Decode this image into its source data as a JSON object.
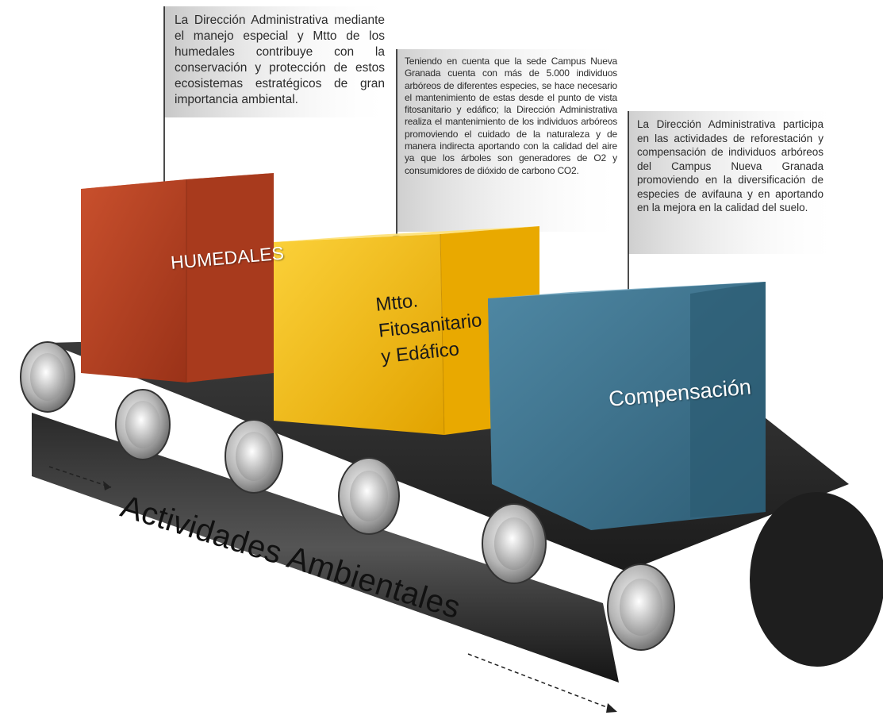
{
  "belt_title": "Actividades Ambientales",
  "boxes": [
    {
      "label": "HUMEDALES",
      "color": "#b8452a"
    },
    {
      "label_lines": [
        "Mtto.",
        "Fitosanitario",
        "y Edáfico"
      ],
      "color": "#f0b400"
    },
    {
      "label": "Compensación",
      "color": "#3a6d86"
    }
  ],
  "callouts": {
    "humedales": "La Dirección Administrativa mediante el manejo especial y Mtto de los humedales contribuye con la conservación y protección de estos ecosistemas estratégicos de gran importancia ambiental.",
    "mantenimiento": "Teniendo en cuenta que la sede Campus Nueva Granada cuenta con más de 5.000 individuos arbóreos de diferentes especies, se hace necesario el mantenimiento de estas desde el punto de vista fitosanitario y edáfico; la Dirección Administrativa realiza el mantenimiento de los individuos arbóreos promoviendo el cuidado de la naturaleza y de manera indirecta aportando con la calidad del aire ya que los árboles son generadores de O2 y consumidores de dióxido de carbono CO2.",
    "compensacion": "La Dirección Administrativa participa en las actividades de reforestación y compensación de individuos arbóreos del Campus Nueva Granada promoviendo en la diversificación de especies de avifauna y en aportando en la mejora en la calidad del suelo."
  }
}
